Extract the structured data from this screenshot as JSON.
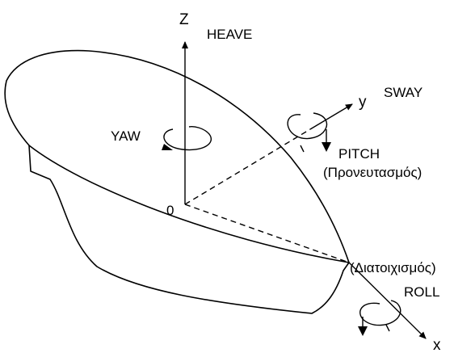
{
  "labels": {
    "z_axis": "Z",
    "heave": "HEAVE",
    "y_axis": "y",
    "sway": "SWAY",
    "yaw": "YAW",
    "pitch": "PITCH",
    "pitch_greek": "(Προνευτασμός)",
    "origin": "0",
    "roll_greek": "(Διατοιχισμός)",
    "roll": "ROLL",
    "x_axis": "x"
  },
  "colors": {
    "line": "#000000",
    "background": "#ffffff"
  }
}
